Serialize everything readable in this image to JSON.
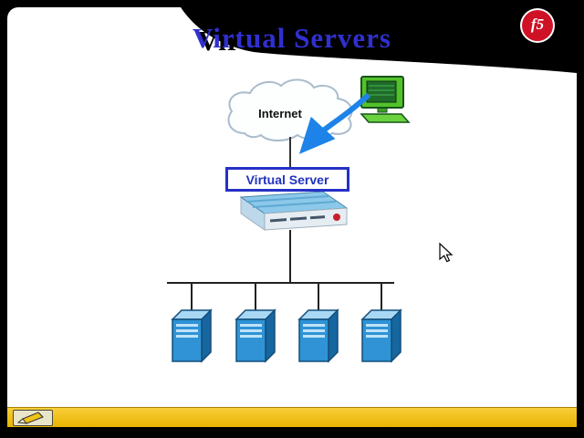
{
  "slide": {
    "title": "Virtual Servers"
  },
  "brand": {
    "logo_text": "f5"
  },
  "diagram": {
    "internet_label": "Internet",
    "virtual_server_label": "Virtual Server",
    "server_count": 4
  },
  "icons": {
    "pencil": "pencil-icon",
    "logo_ball": "f5-logo-icon",
    "cursor": "arrow-cursor-icon"
  },
  "colors": {
    "title_blue": "#3030cf",
    "arrow_blue": "#1d83e8",
    "box_border_blue": "#2531c6",
    "server_blue": "#2f93d6",
    "appliance_blue": "#8cc8ea",
    "toolbar_yellow": "#f2c40e",
    "logo_red": "#cf1126",
    "background_black": "#000000"
  }
}
